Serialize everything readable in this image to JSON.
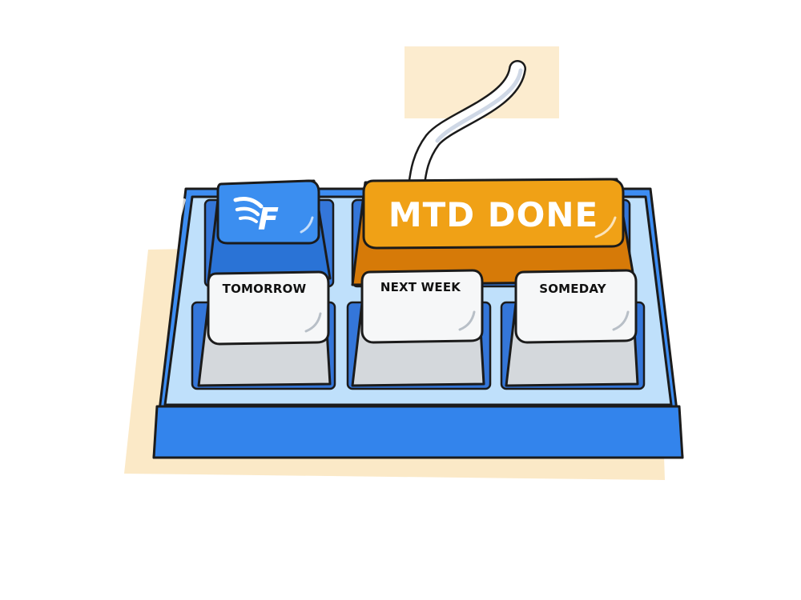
{
  "keypad": {
    "logo_key": {
      "letter": "F",
      "icon": "winged-f-logo"
    },
    "done_key": {
      "label": "MTD DONE"
    },
    "keys": [
      {
        "label": "TOMORROW"
      },
      {
        "label": "NEXT WEEK"
      },
      {
        "label": "SOMEDAY"
      }
    ]
  },
  "colors": {
    "base_blue": "#3d8df2",
    "plate_light": "#bfe0fb",
    "logo_key_blue": "#2f7fe6",
    "done_key_orange": "#f0a116",
    "done_key_dark": "#d67a08",
    "white_key_top": "#f6f7f8",
    "white_key_side": "#d4d8dc",
    "shadow_cream": "#fbe9c7",
    "outline": "#1b1b1b"
  }
}
